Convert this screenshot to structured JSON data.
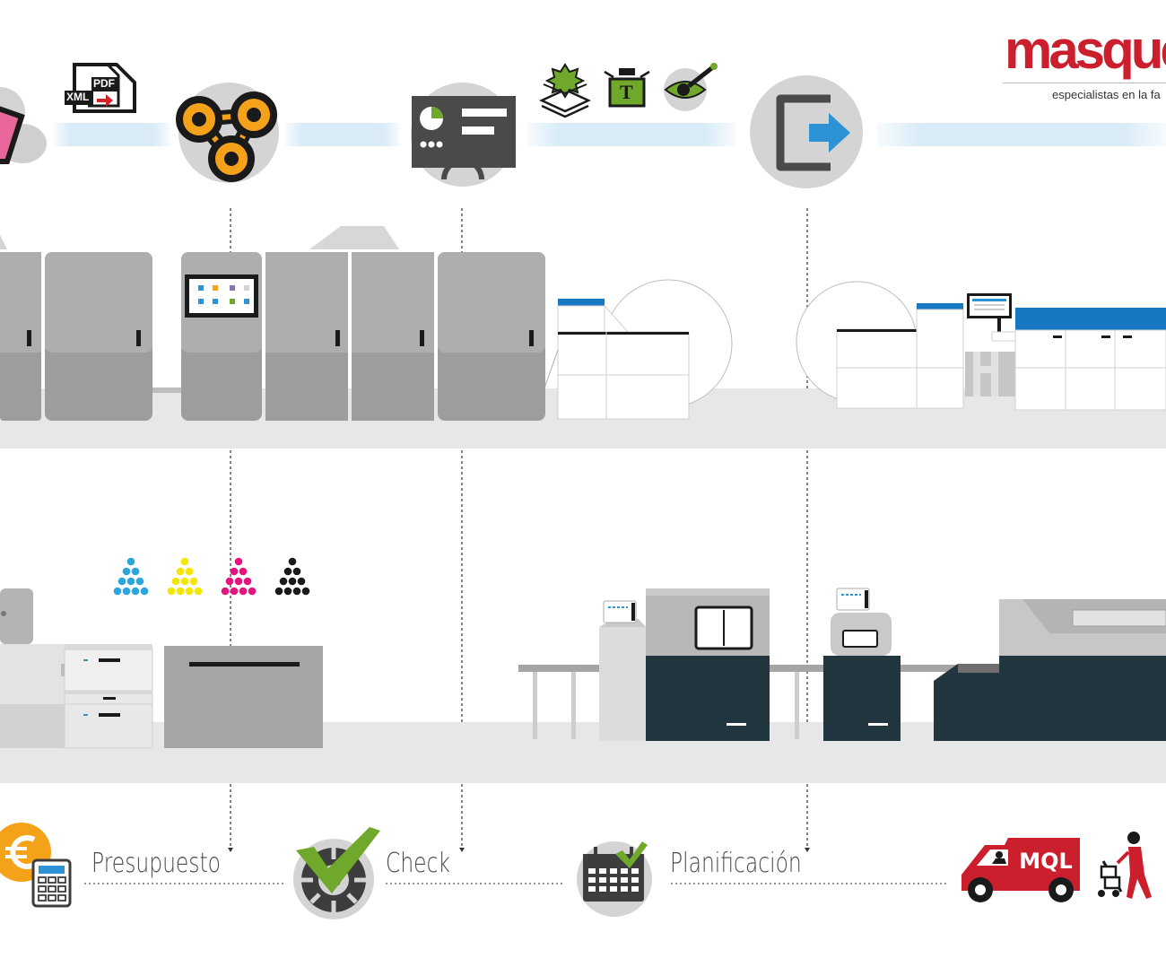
{
  "brand": {
    "logo_text": "masque",
    "tagline": "especialistas en la fa",
    "color": "#cc1f2e"
  },
  "top_icons": {
    "pdf_badge": "PDF",
    "xml_badge": "XML",
    "imposition_badge": "T"
  },
  "process_steps": [
    {
      "label": "Presupuesto",
      "icon": "euro-calculator-icon"
    },
    {
      "label": "Check",
      "icon": "gear-check-icon"
    },
    {
      "label": "Planificación",
      "icon": "calendar-check-icon"
    }
  ],
  "delivery": {
    "van_label": "MQL",
    "icon": "delivery-van-icon"
  },
  "ink_colors": [
    "#2aa6dc",
    "#f3e600",
    "#e5137d",
    "#1a1a1a"
  ],
  "colors": {
    "accent_blue": "#1778c2",
    "accent_green": "#6fa82b",
    "accent_orange": "#f5a21b",
    "machine_gray": "#a7a7a7",
    "machine_dark": "#22363f"
  }
}
